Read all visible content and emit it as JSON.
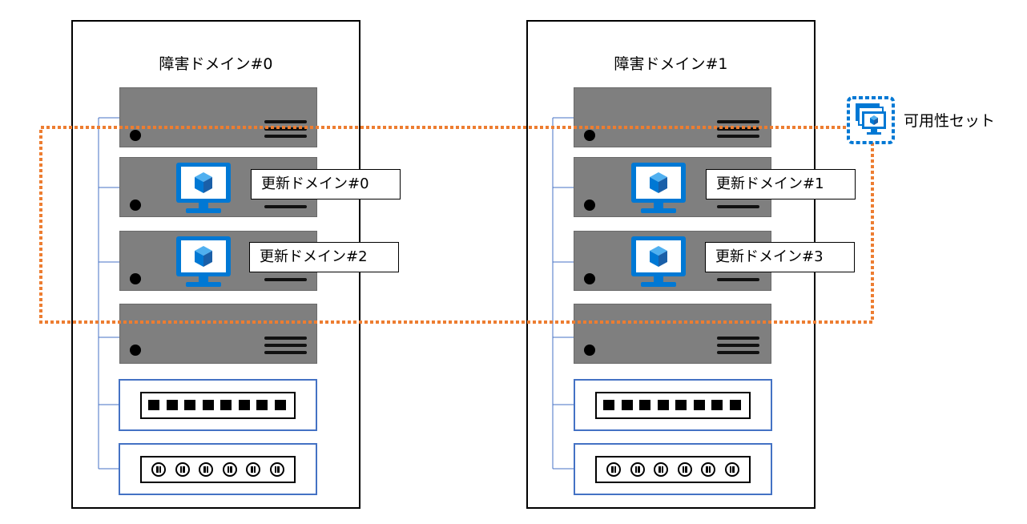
{
  "fault_domains": [
    {
      "title": "障害ドメイン#0",
      "labels": [
        "更新ドメイン#0",
        "更新ドメイン#2"
      ]
    },
    {
      "title": "障害ドメイン#1",
      "labels": [
        "更新ドメイン#1",
        "更新ドメイン#3"
      ]
    }
  ],
  "availability_set": {
    "label": "可用性セット",
    "icon": "availability-set-icon",
    "border_color": "#ed7d31"
  },
  "vm_icon": {
    "name": "virtual-machine-icon",
    "color": "#0078d4"
  }
}
